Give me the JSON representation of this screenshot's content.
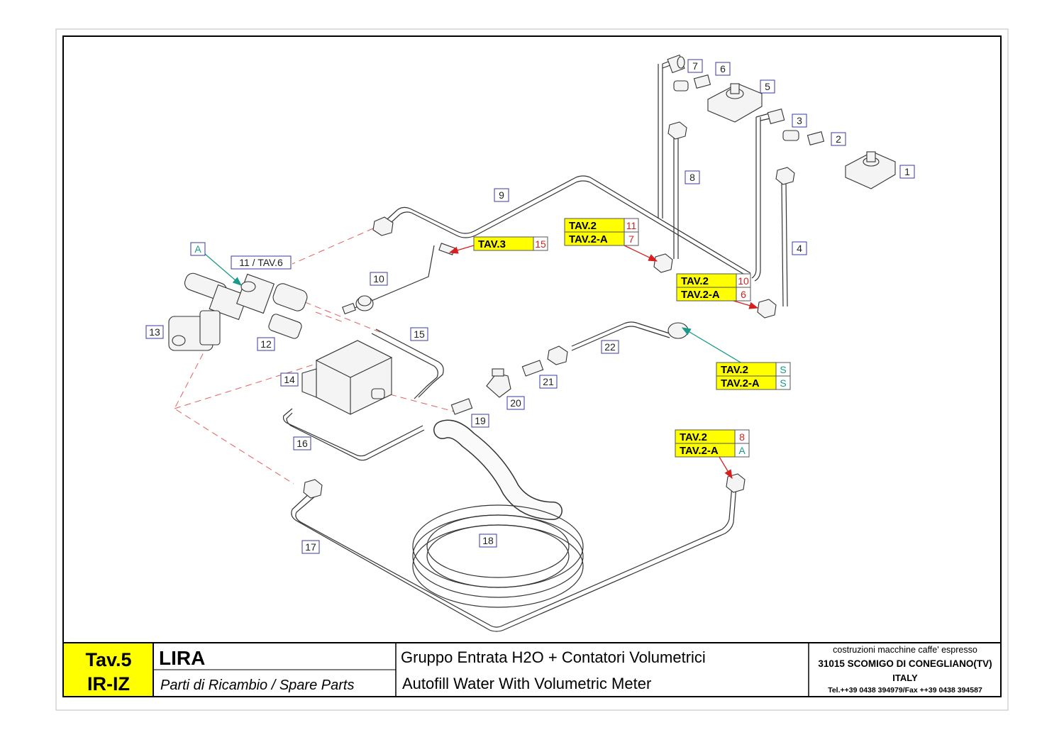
{
  "title_block": {
    "table_code": "Tav.5",
    "model_code": "IR-IZ",
    "machine_name": "LIRA",
    "subtitle": "Parti di Ricambio / Spare Parts",
    "group_it": "Gruppo Entrata H2O + Contatori Volumetrici",
    "group_en": "Autofill Water With Volumetric Meter",
    "company_line": "costruzioni macchine caffe' espresso",
    "address": "31015 SCOMIGO DI CONEGLIANO(TV)",
    "country": "ITALY",
    "contacts": "Tel.++39 0438 394979/Fax ++39 0438 394587"
  },
  "part_labels": [
    "1",
    "2",
    "3",
    "4",
    "5",
    "6",
    "7",
    "8",
    "9",
    "10",
    "11 / TAV.6",
    "12",
    "13",
    "14",
    "15",
    "16",
    "17",
    "18",
    "19",
    "20",
    "21",
    "22"
  ],
  "letter_label": "A",
  "references": [
    {
      "tav": "TAV.3",
      "num": "15",
      "num_color": "#d62020"
    },
    {
      "tav": "TAV.2",
      "num": "11",
      "num_color": "#d62020"
    },
    {
      "tav": "TAV.2-A",
      "num": "7",
      "num_color": "#d62020"
    },
    {
      "tav": "TAV.2",
      "num": "10",
      "num_color": "#d62020"
    },
    {
      "tav": "TAV.2-A",
      "num": "6",
      "num_color": "#d62020"
    },
    {
      "tav": "TAV.2",
      "num": "S",
      "num_color": "#1a9a8a"
    },
    {
      "tav": "TAV.2-A",
      "num": "S",
      "num_color": "#1a9a8a"
    },
    {
      "tav": "TAV.2",
      "num": "8",
      "num_color": "#d62020"
    },
    {
      "tav": "TAV.2-A",
      "num": "A",
      "num_color": "#1a9a8a"
    }
  ],
  "colors": {
    "highlight": "#ffff00",
    "label_border": "#3a3aa0",
    "red_arrow": "#d62020",
    "teal_arrow": "#1a9a8a",
    "leader_dash": "#e06060"
  }
}
